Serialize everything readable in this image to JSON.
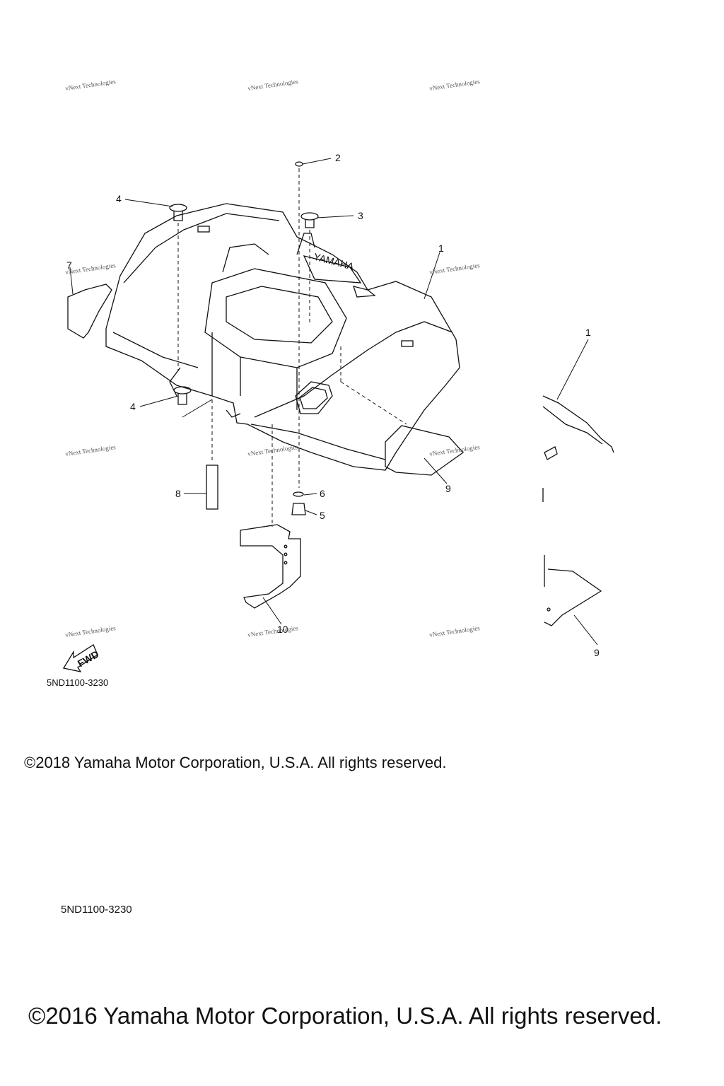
{
  "callouts": [
    "1",
    "2",
    "3",
    "4",
    "5",
    "6",
    "7",
    "8",
    "9",
    "10"
  ],
  "fwd_label": "FWD",
  "brand_text": "YAMAHA",
  "watermark": "vNext Technologies",
  "part_code_1": "5ND1100-3230",
  "copyright_1": "©2018 Yamaha Motor Corporation, U.S.A. All rights reserved.",
  "part_code_2": "5ND1100-3230",
  "copyright_2": "©2016 Yamaha Motor Corporation, U.S.A. All rights reserved."
}
